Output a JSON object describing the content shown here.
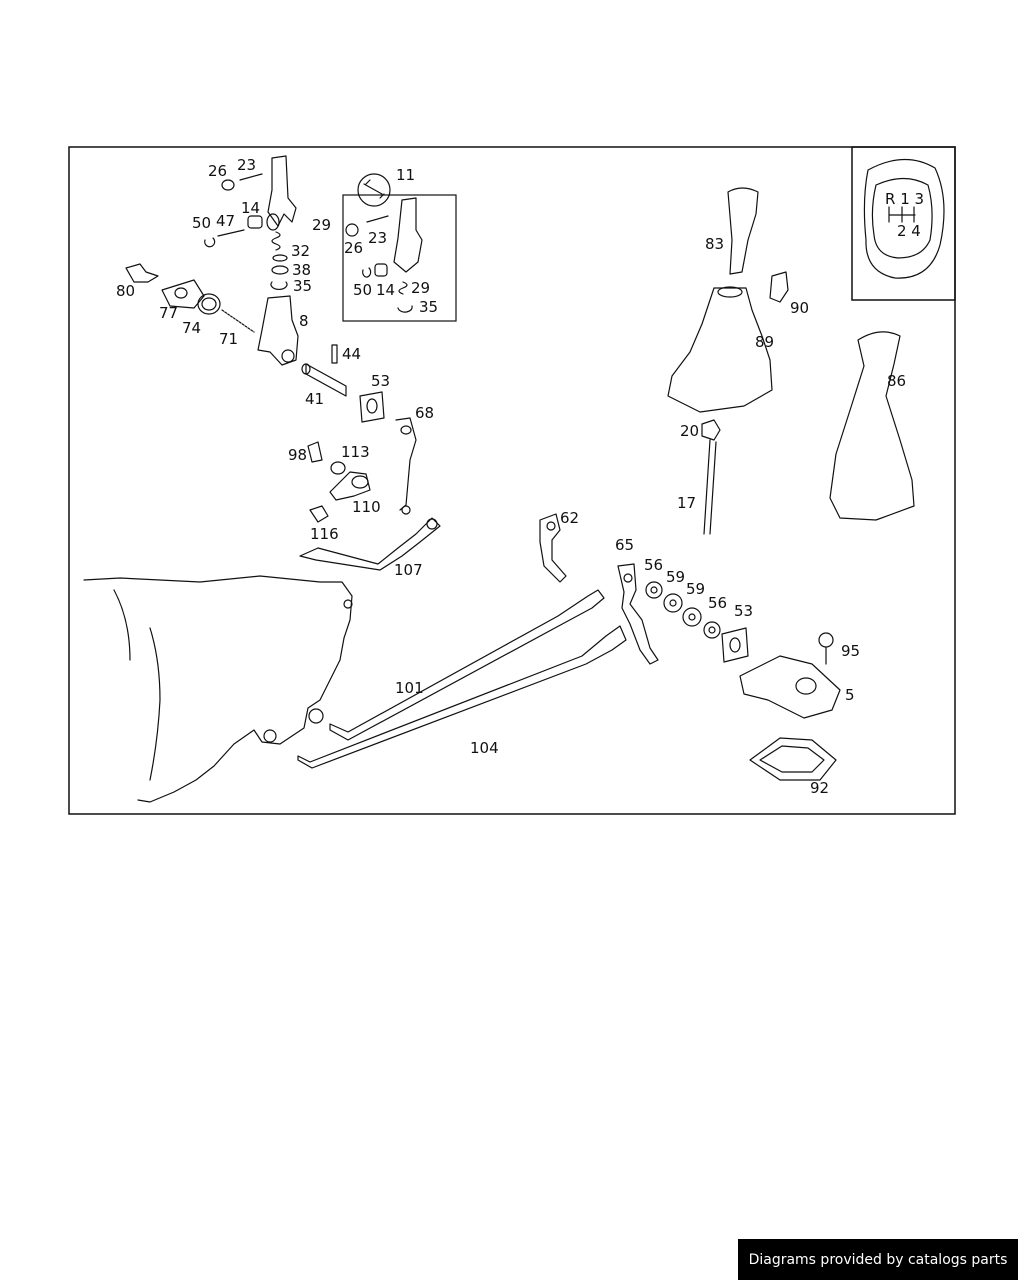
{
  "diagram": {
    "callouts": [
      "26",
      "23",
      "14",
      "50",
      "47",
      "29",
      "32",
      "38",
      "35",
      "11",
      "26",
      "23",
      "50",
      "14",
      "29",
      "35",
      "80",
      "77",
      "74",
      "71",
      "8",
      "44",
      "41",
      "53",
      "68",
      "98",
      "113",
      "110",
      "116",
      "107",
      "62",
      "65",
      "56",
      "59",
      "59",
      "56",
      "53",
      "101",
      "104",
      "95",
      "5",
      "92",
      "83",
      "90",
      "89",
      "86",
      "20",
      "17"
    ],
    "shift_pattern": {
      "top": "R 1 3",
      "bottom": "2 4"
    }
  },
  "footer": {
    "text": "Diagrams provided by catalogs parts"
  }
}
